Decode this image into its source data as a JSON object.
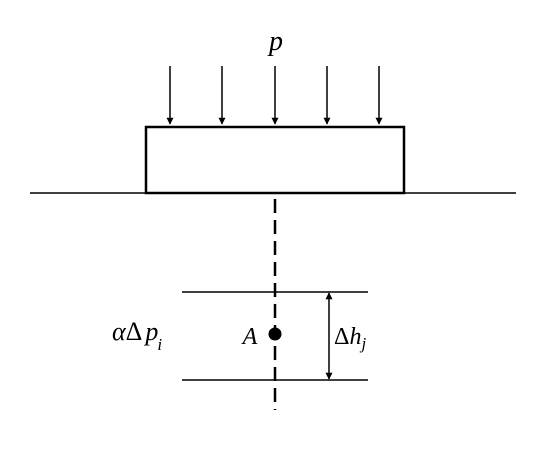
{
  "labels": {
    "load": "p",
    "point": "A",
    "layer_thickness_symbol": "Δ",
    "layer_thickness_var": "h",
    "layer_thickness_sub": "j",
    "stress_coeff": "α",
    "stress_delta": "Δ",
    "stress_var": "p",
    "stress_sub": "i"
  },
  "colors": {
    "stroke": "#000000",
    "background": "#ffffff"
  }
}
